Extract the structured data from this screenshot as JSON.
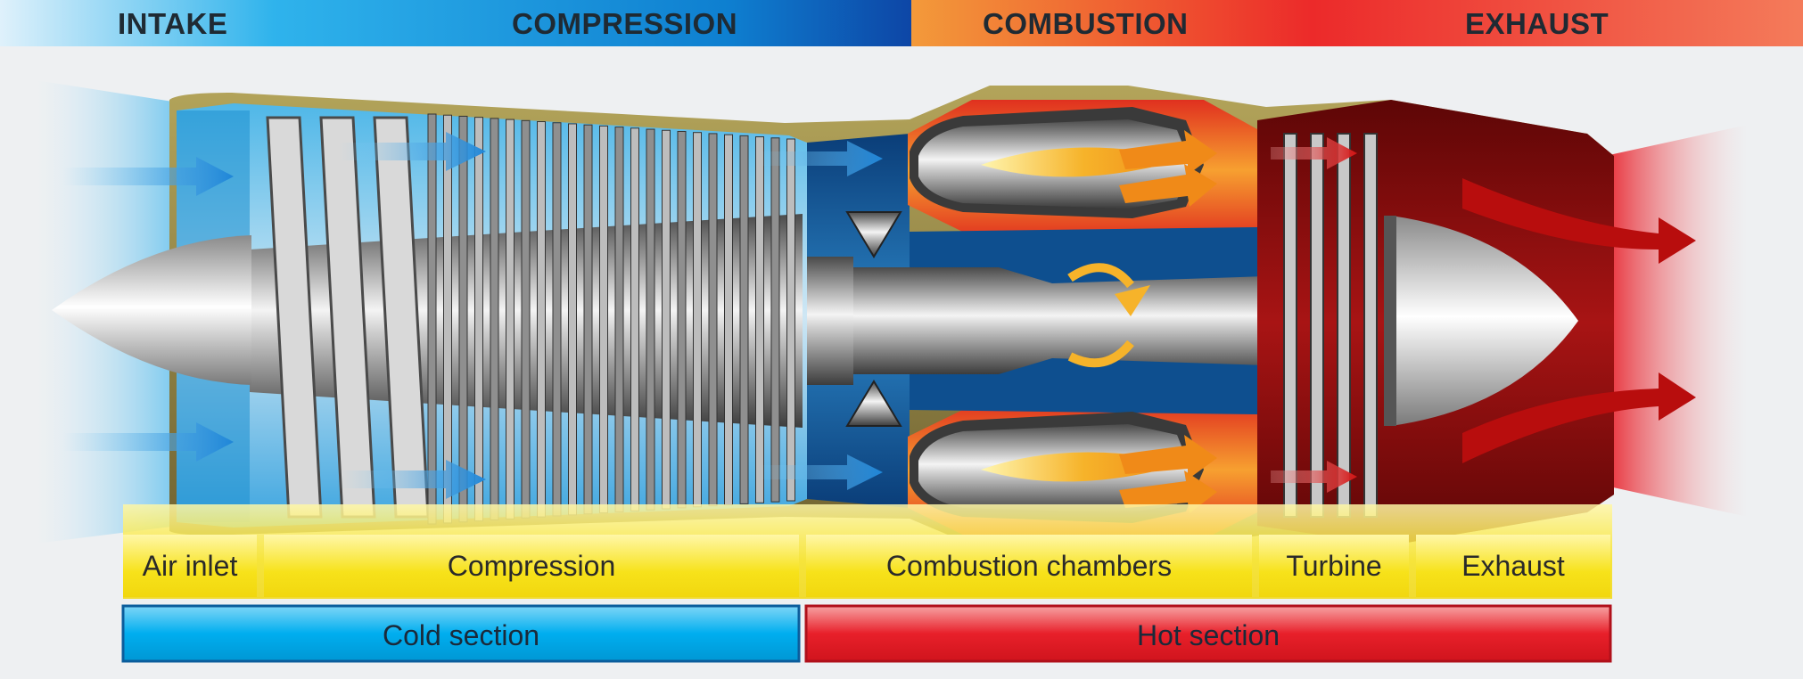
{
  "phases": [
    "INTAKE",
    "COMPRESSION",
    "COMBUSTION",
    "EXHAUST"
  ],
  "parts": [
    "Air inlet",
    "Compression",
    "Combustion chambers",
    "Turbine",
    "Exhaust"
  ],
  "sections": [
    "Cold section",
    "Hot section"
  ],
  "colors": {
    "cold": "#00aeef",
    "hot": "#e8202a",
    "label_band": "#f7e21a",
    "casing": "#8a7a3a",
    "deep_blue": "#0d4a8a",
    "deep_red": "#7a0c0c",
    "flame": "#f6b32a"
  },
  "icons": [
    "intake-arrow-icon",
    "airflow-arrow-icon",
    "rotation-arrow-icon",
    "exhaust-arrow-icon",
    "flame-icon"
  ]
}
